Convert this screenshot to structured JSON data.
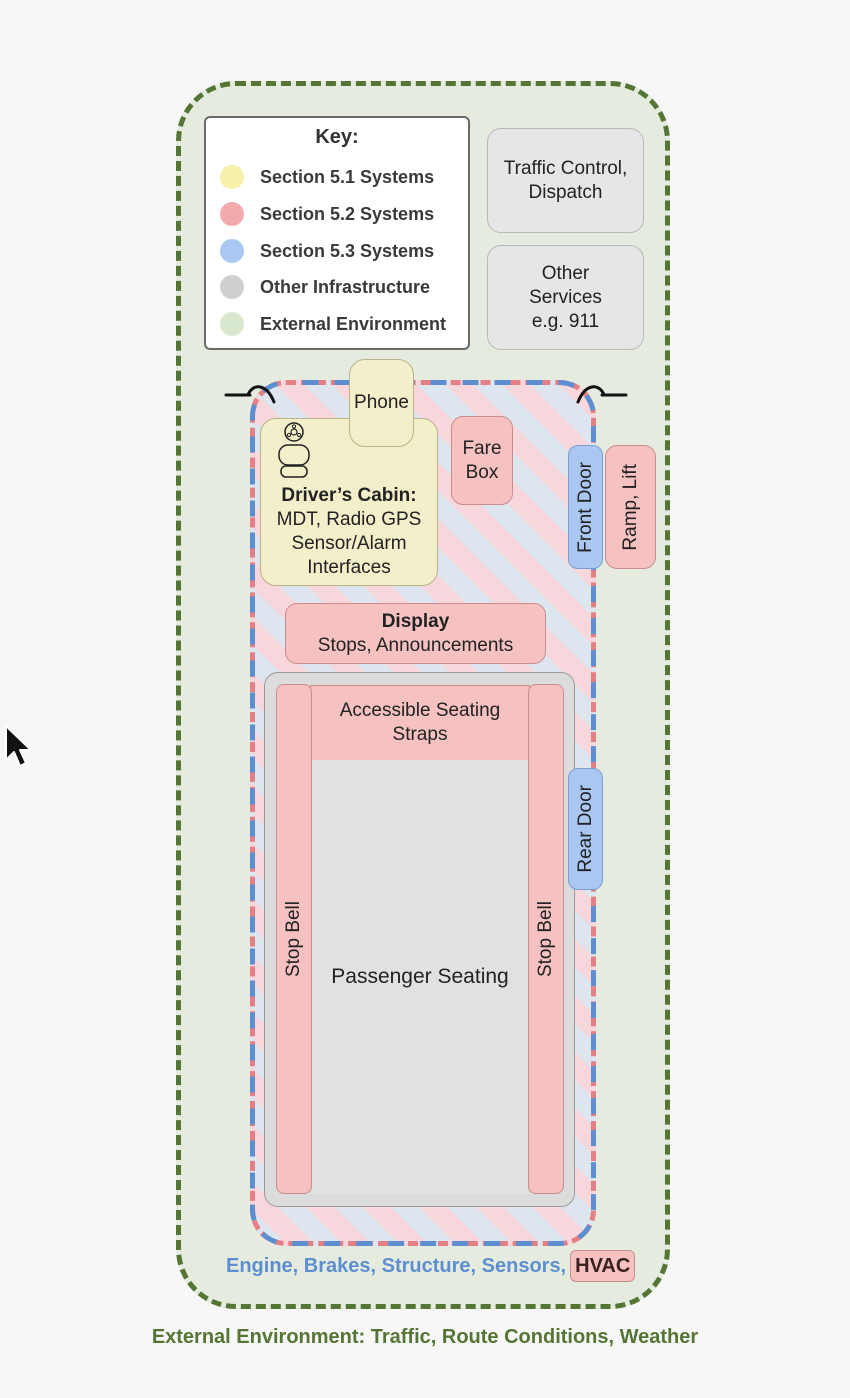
{
  "legend": {
    "title": "Key:",
    "items": [
      {
        "label": "Section 5.1 Systems",
        "color": "#f8f0a8"
      },
      {
        "label": "Section 5.2 Systems",
        "color": "#f4a9ab"
      },
      {
        "label": "Section 5.3 Systems",
        "color": "#a9c7f0"
      },
      {
        "label": "Other Infrastructure",
        "color": "#cfcfcf"
      },
      {
        "label": "External Environment",
        "color": "#d7e6cf"
      }
    ]
  },
  "external_services": {
    "traffic_control": [
      "Traffic Control,",
      "Dispatch"
    ],
    "other_services": [
      "Other",
      "Services",
      "e.g. 911"
    ]
  },
  "bus": {
    "phone": "Phone",
    "cabin": {
      "title": "Driver’s Cabin:",
      "lines": [
        "MDT, Radio GPS",
        "Sensor/Alarm",
        "Interfaces"
      ]
    },
    "fare_box": [
      "Fare",
      "Box"
    ],
    "front_door": "Front Door",
    "ramp_lift": "Ramp, Lift",
    "display": {
      "title": "Display",
      "subtitle": "Stops, Announcements"
    },
    "accessible_seating": [
      "Accessible Seating",
      "Straps"
    ],
    "stop_bell_left": "Stop Bell",
    "stop_bell_right": "Stop Bell",
    "passenger_seating": "Passenger Seating",
    "rear_door": "Rear Door"
  },
  "vehicle_systems": {
    "text": "Engine, Brakes, Structure, Sensors,",
    "hvac": "HVAC"
  },
  "environment_caption": "External Environment: Traffic, Route Conditions, Weather",
  "colors": {
    "env_border": "#547534",
    "section_5_2_border": "#e57f86",
    "section_5_3_border": "#5d8fd0"
  }
}
